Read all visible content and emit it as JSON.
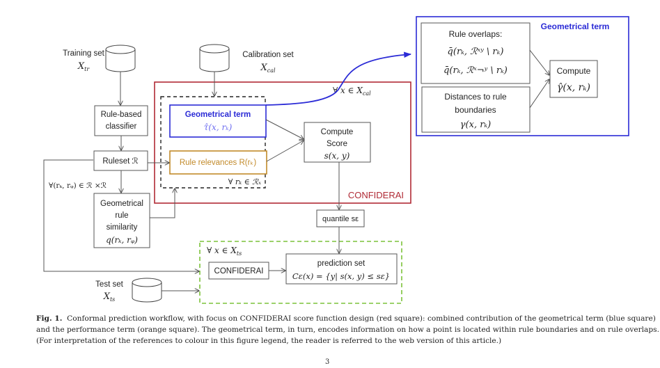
{
  "figure": {
    "training_set": {
      "label": "Training set",
      "symbol": "X",
      "sub": "tr"
    },
    "calibration_set": {
      "label": "Calibration set",
      "symbol": "X",
      "sub": "cal"
    },
    "test_set": {
      "label": "Test set",
      "symbol": "X",
      "sub": "ts"
    },
    "rule_based_classifier": [
      "Rule-based",
      "classifier"
    ],
    "ruleset": "Ruleset ℛ",
    "pair_quantifier": "∀(rₖ, rᵩ) ∈ ℛ ×ℛ",
    "geometrical_rule_similarity": [
      "Geometrical",
      "rule",
      "similarity",
      "q(rₖ, rᵩ)"
    ],
    "geometrical_term_inner": {
      "title": "Geometrical term",
      "formula": "τ̂(x, rₖ)"
    },
    "rule_relevances": "Rule relevances R(rₖ)",
    "rule_quantifier": "∀ rₖ ∈ ℛₓ",
    "cal_quantifier": "∀ x ∈ X",
    "cal_quantifier_sub": "cal",
    "compute_score": [
      "Compute",
      "Score",
      "s(x, y)"
    ],
    "confiderai_label": "CONFIDERAI",
    "quantile": "quantile sε",
    "test_quantifier": "∀ x ∈ X",
    "test_quantifier_sub": "ts",
    "confiderai_box": "CONFIDERAI",
    "prediction_set": [
      "prediction set",
      "Cε(x) = {y| s(x, y) ≤ sε}"
    ],
    "geometrical_term_detail": {
      "title": "Geometrical term",
      "rule_overlaps": [
        "Rule overlaps:",
        "q̄(rₖ, ℛˣʸ \\ rₖ)",
        "q̄(rₖ, ℛˣ¬ʸ \\ rₖ)"
      ],
      "distances": [
        "Distances to rule",
        "boundaries",
        "γ(x, rₖ)"
      ],
      "compute": [
        "Compute",
        "γ̂(x, rₖ)"
      ]
    },
    "colors": {
      "blue": "#2b2bd6",
      "red": "#b02a35",
      "orange": "#c28a2a",
      "green": "#7cc23a",
      "gray": "#555555",
      "light_blue_formula": "#6b6bf0"
    }
  },
  "caption": {
    "label": "Fig. 1.",
    "lines": [
      "Conformal prediction workflow, with focus on CONFIDERAI score function design (red square): combined contribution of the geometrical term (blue square)",
      "and the performance term (orange square). The geometrical term, in turn, encodes information on how a point is located within rule boundaries and on rule overlaps.",
      "(For interpretation of the references to colour in this figure legend, the reader is referred to the web version of this article.)"
    ]
  },
  "page_number": "3"
}
